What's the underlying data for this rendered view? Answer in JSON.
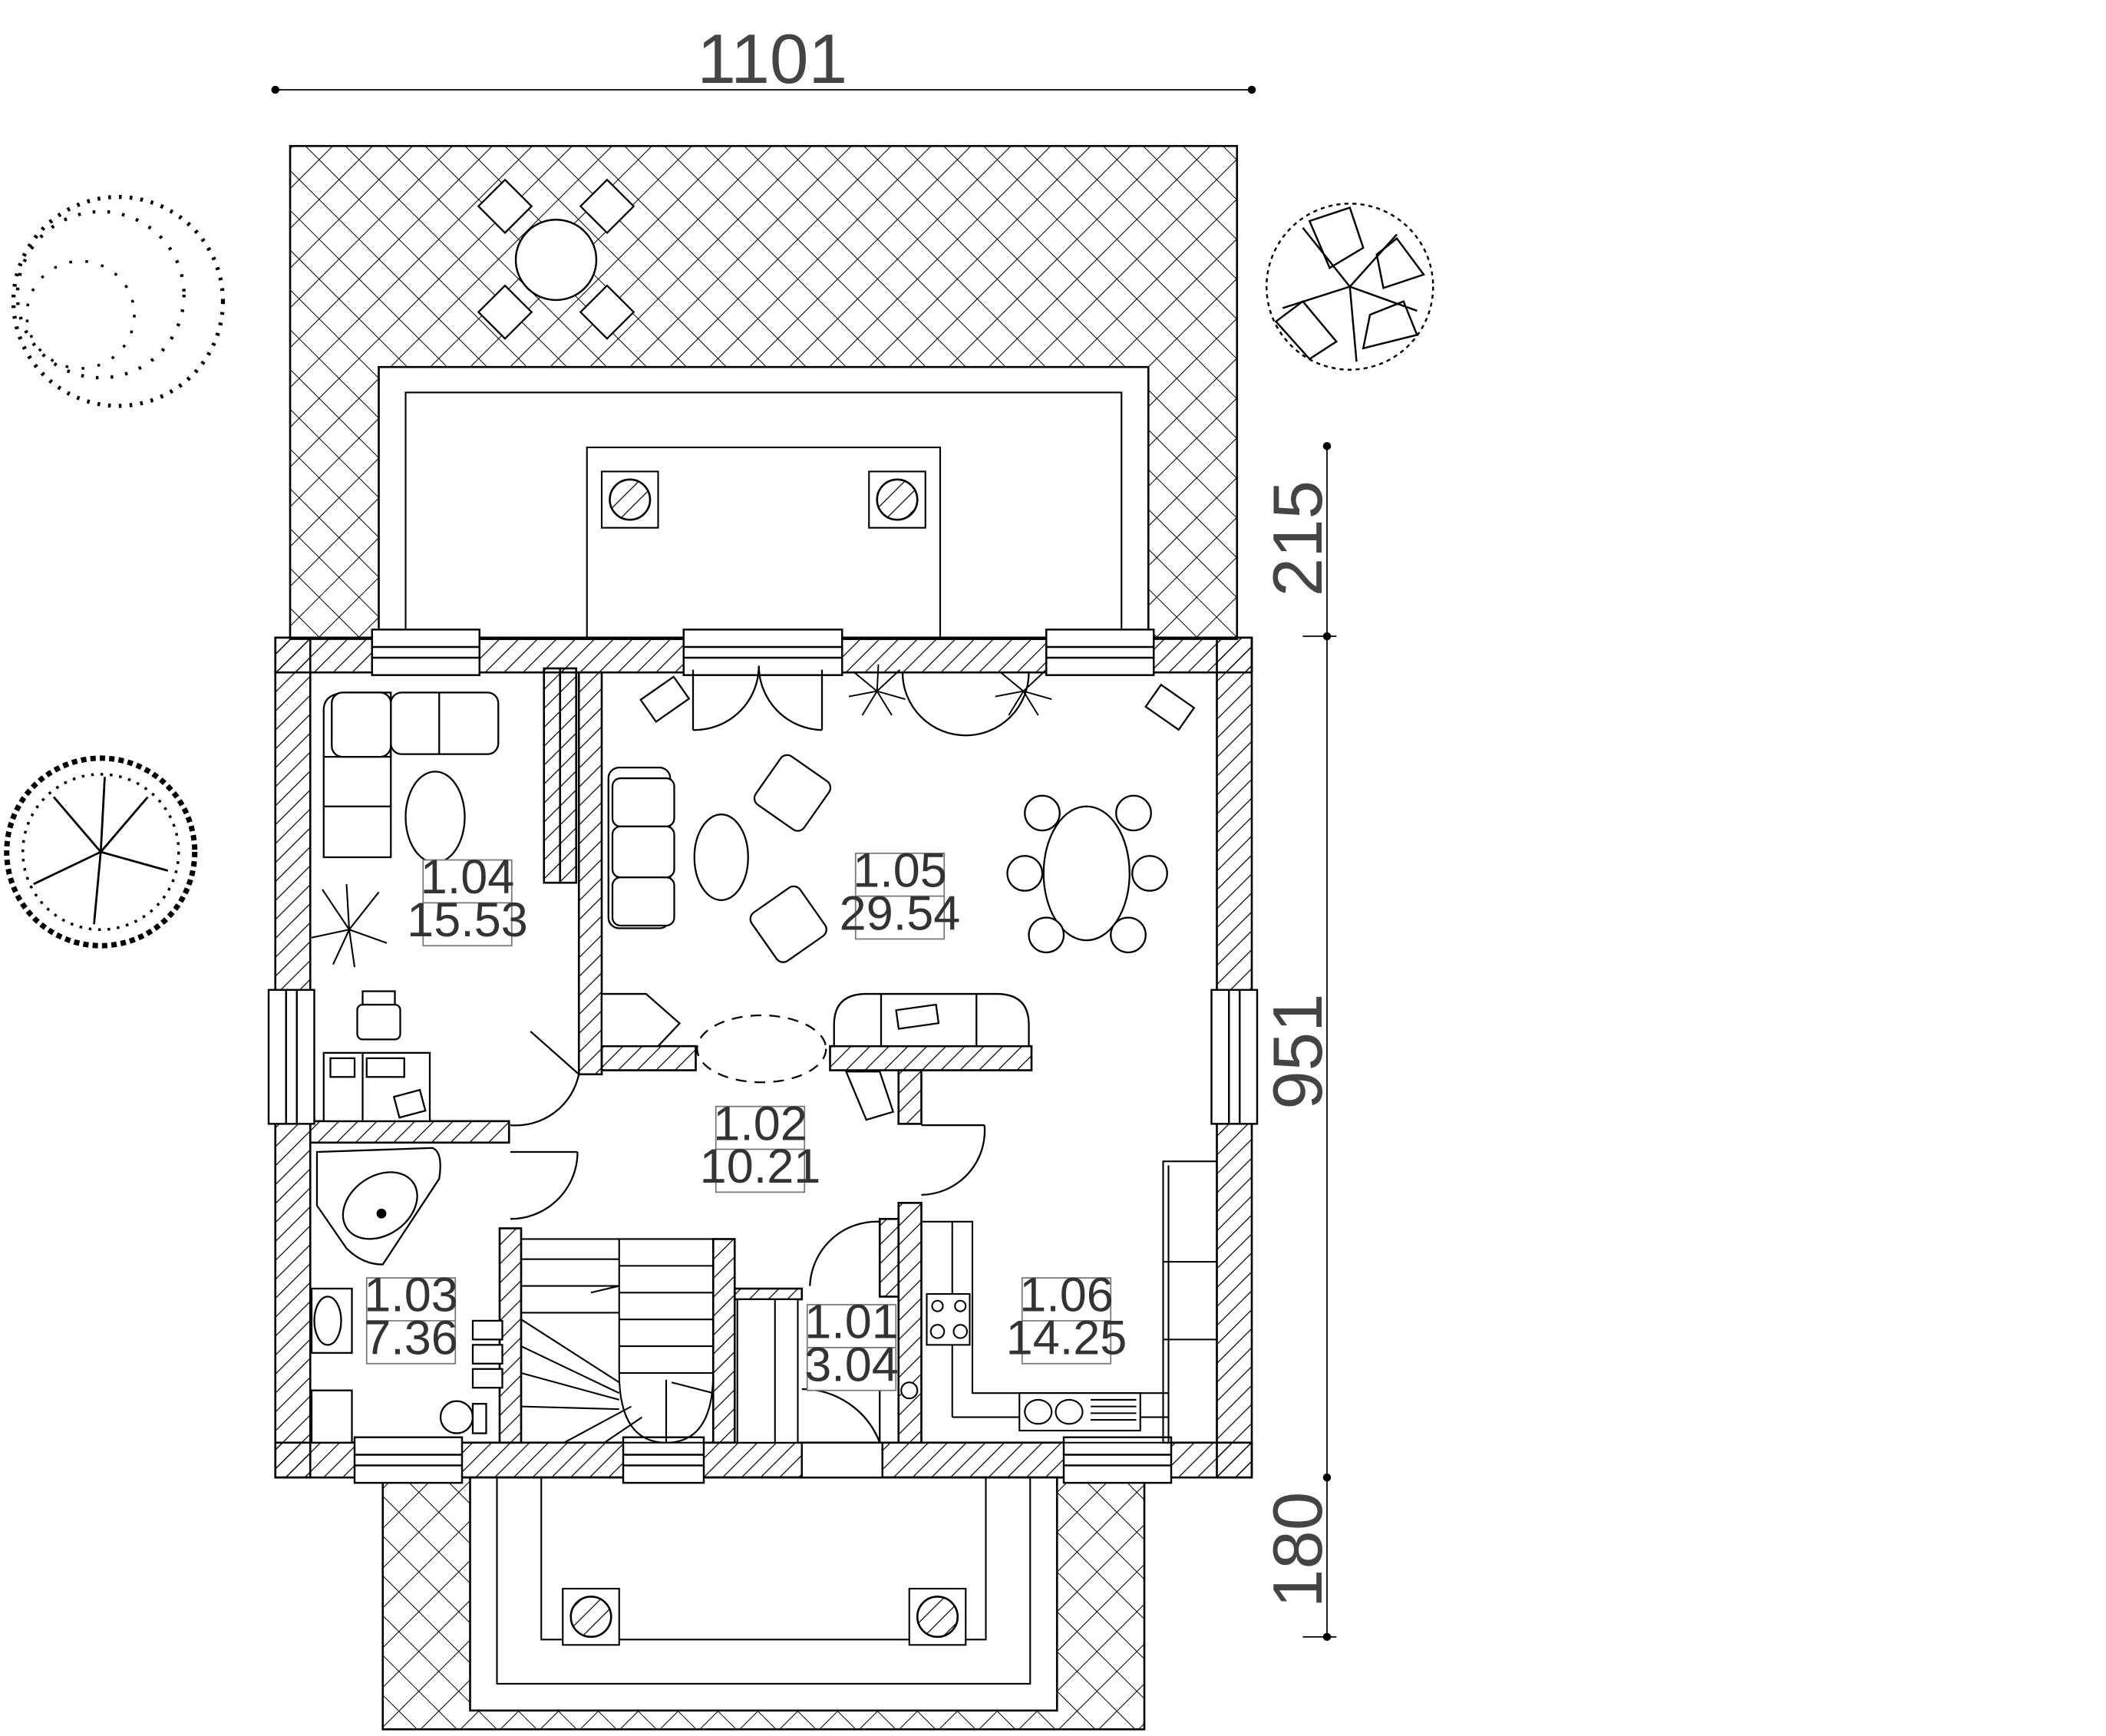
{
  "dimensions": {
    "width_total": "1101",
    "right_top": "215",
    "right_middle": "951",
    "right_bottom": "180"
  },
  "rooms": [
    {
      "id": "1.04",
      "area": "15.53"
    },
    {
      "id": "1.05",
      "area": "29.54"
    },
    {
      "id": "1.02",
      "area": "10.21"
    },
    {
      "id": "1.03",
      "area": "7.36"
    },
    {
      "id": "1.01",
      "area": "3.04"
    },
    {
      "id": "1.06",
      "area": "14.25"
    }
  ],
  "colors": {
    "line": "#000000",
    "dim": "#444444"
  }
}
